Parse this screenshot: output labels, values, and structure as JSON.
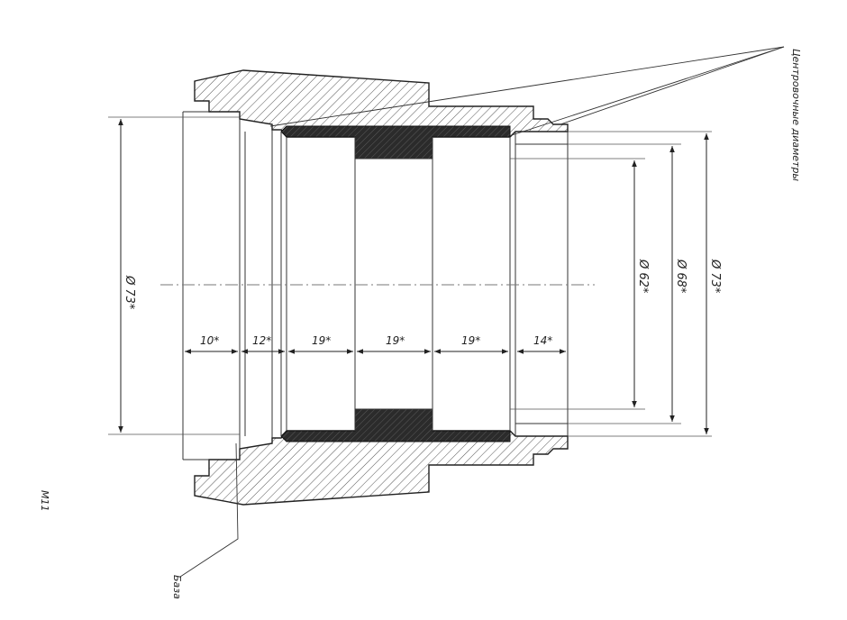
{
  "drawing": {
    "sheet_label": "M11",
    "base_label": "База",
    "callout_label": "Центровочные диаметры",
    "diameters": {
      "left": "Ø 73*",
      "inner_small": "Ø 62*",
      "inner_mid": "Ø 68*",
      "right": "Ø 73*"
    },
    "lengths": [
      "10*",
      "12*",
      "19*",
      "19*",
      "19*",
      "14*"
    ]
  }
}
